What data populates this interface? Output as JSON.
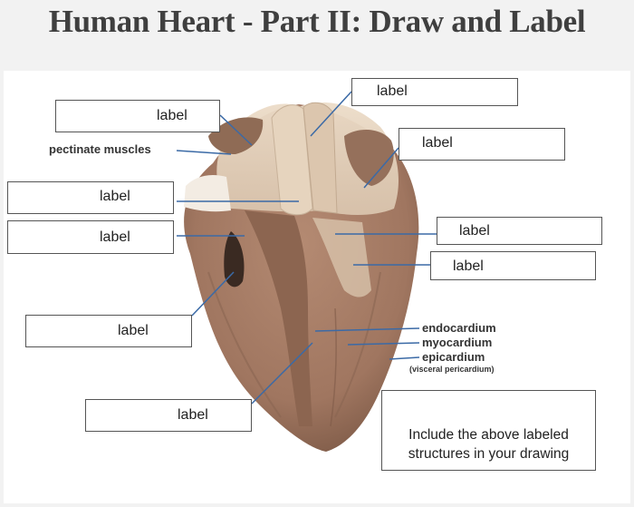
{
  "title": "Human Heart - Part II: Draw and Label",
  "labels": {
    "blank": "label",
    "pectinate_muscles": "pectinate muscles",
    "endocardium": "endocardium",
    "myocardium": "myocardium",
    "epicardium": "epicardium",
    "visceral_pericardium": "(visceral pericardium)"
  },
  "instruction": {
    "line1": "Include the above labeled",
    "line2": "structures in your drawing"
  },
  "colors": {
    "leader_line": "#3b6aa6",
    "arrow": "#7ab32e",
    "heart_tissue": "#a67b62",
    "title": "#3f3f3f"
  }
}
